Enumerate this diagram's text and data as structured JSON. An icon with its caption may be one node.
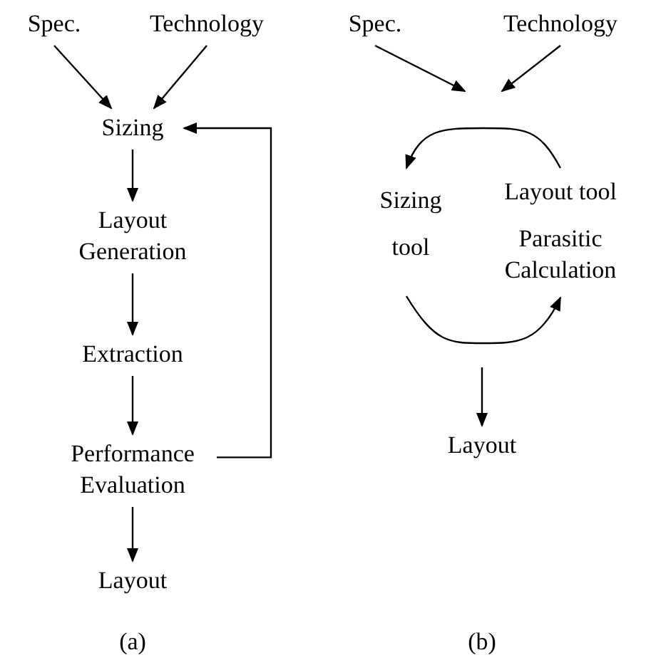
{
  "diagram": {
    "nodes": [
      {
        "text": [
          "Spec."
        ]
      },
      {
        "text": [
          "Technology"
        ]
      },
      {
        "text": [
          "Sizing"
        ]
      },
      {
        "text": [
          "Layout Generation"
        ]
      },
      {
        "text": [
          "Extraction"
        ]
      },
      {
        "text": [
          "Performance Evaluation"
        ]
      },
      {
        "text": [
          "Layout"
        ]
      },
      {
        "text": [
          "Spec."
        ]
      },
      {
        "text": [
          "Technology"
        ]
      },
      {
        "text": [
          "Sizing tool"
        ]
      },
      {
        "text": [
          "Layout tool",
          "Parasitic Calculation"
        ]
      },
      {
        "text": [
          "Layout"
        ]
      }
    ],
    "edges": [
      {
        "from": 0,
        "to": 2,
        "arrow": "to"
      },
      {
        "from": 1,
        "to": 2,
        "arrow": "to"
      },
      {
        "from": 2,
        "to": 3,
        "arrow": "to"
      },
      {
        "from": 3,
        "to": 4,
        "arrow": "to"
      },
      {
        "from": 4,
        "to": 5,
        "arrow": "to"
      },
      {
        "from": 5,
        "to": 6,
        "arrow": "to"
      },
      {
        "from": 5,
        "to": 2,
        "arrow": "to"
      },
      {
        "from": 7,
        "to": null,
        "arrow": "to"
      },
      {
        "from": 8,
        "to": null,
        "arrow": "to"
      },
      {
        "from": 10,
        "to": 9,
        "arrow": "to"
      },
      {
        "from": 9,
        "to": 10,
        "arrow": "to"
      },
      {
        "from": null,
        "to": 11,
        "arrow": "to"
      }
    ],
    "labels": [
      "(a)",
      "(b)"
    ]
  }
}
